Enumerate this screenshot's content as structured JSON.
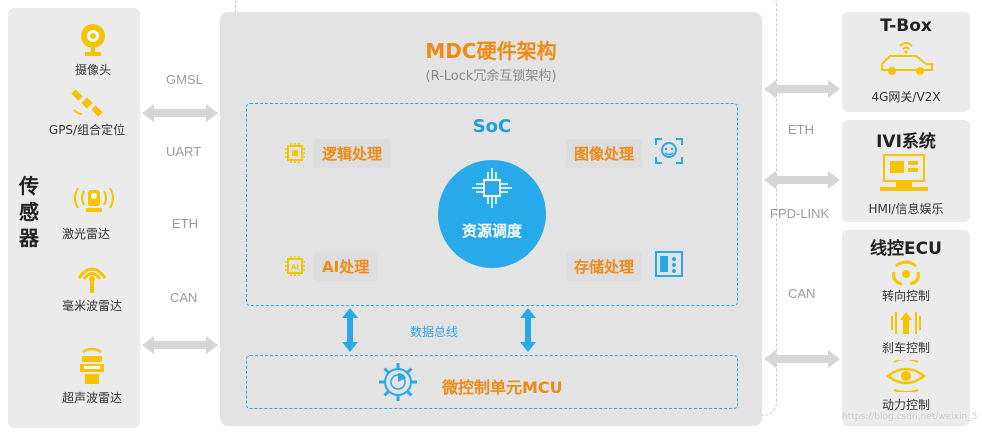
{
  "sensors": {
    "group_label": "传感器",
    "camera": "摄像头",
    "gps": "GPS/组合定位",
    "lidar": "激光雷达",
    "mmwave": "毫米波雷达",
    "ultrasonic": "超声波雷达"
  },
  "left_interfaces": [
    "GMSL",
    "UART",
    "ETH",
    "CAN"
  ],
  "right_interfaces": [
    "ETH",
    "FPD-LINK",
    "CAN"
  ],
  "mdc": {
    "title": "MDC硬件架构",
    "subtitle": "(R-Lock冗余互锁架构)",
    "soc": {
      "title": "SoC",
      "logic": "逻辑处理",
      "image": "图像处理",
      "ai": "AI处理",
      "storage": "存储处理",
      "scheduler": "资源调度"
    },
    "bus": "数据总线",
    "mcu": "微控制单元MCU"
  },
  "tbox": {
    "title": "T-Box",
    "item": "4G网关/V2X"
  },
  "ivi": {
    "title": "IVI系统",
    "item": "HMI/信息娱乐"
  },
  "ecu": {
    "title": "线控ECU",
    "steering": "转向控制",
    "brake": "刹车控制",
    "power": "动力控制"
  },
  "watermark": "https://blog.csdn.net/weixin_5",
  "colors": {
    "orange": "#f08a14",
    "blue": "#27a9ea",
    "yellow": "#f5c300",
    "panel": "#ebebeb"
  }
}
